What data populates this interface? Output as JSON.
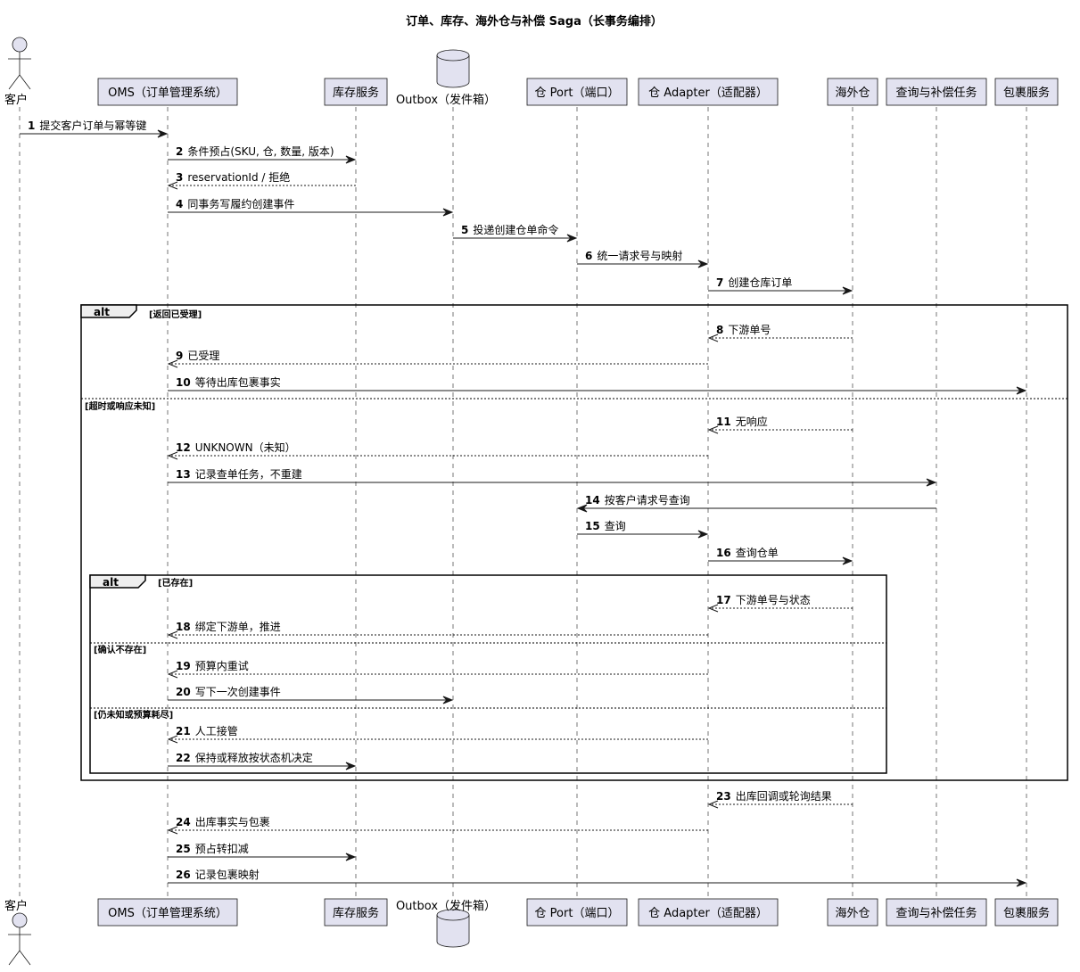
{
  "title": "订单、库存、海外仓与补偿 Saga（长事务编排）",
  "participants": [
    {
      "id": "customer",
      "label": "客户",
      "kind": "actor"
    },
    {
      "id": "oms",
      "label": "OMS（订单管理系统）",
      "kind": "box"
    },
    {
      "id": "inventory",
      "label": "库存服务",
      "kind": "box"
    },
    {
      "id": "outbox",
      "label": "Outbox（发件箱）",
      "kind": "database"
    },
    {
      "id": "port",
      "label": "仓 Port（端口）",
      "kind": "box"
    },
    {
      "id": "adapter",
      "label": "仓 Adapter（适配器）",
      "kind": "box"
    },
    {
      "id": "warehouse",
      "label": "海外仓",
      "kind": "box"
    },
    {
      "id": "compensation",
      "label": "查询与补偿任务",
      "kind": "box"
    },
    {
      "id": "parcel",
      "label": "包裹服务",
      "kind": "box"
    }
  ],
  "messages": [
    {
      "num": "1",
      "text": "提交客户订单与幂等键",
      "from": "customer",
      "to": "oms",
      "dashed": false
    },
    {
      "num": "2",
      "text": "条件预占(SKU, 仓, 数量, 版本)",
      "from": "oms",
      "to": "inventory",
      "dashed": false
    },
    {
      "num": "3",
      "text": "reservationId / 拒绝",
      "from": "inventory",
      "to": "oms",
      "dashed": true
    },
    {
      "num": "4",
      "text": "同事务写履约创建事件",
      "from": "oms",
      "to": "outbox",
      "dashed": false
    },
    {
      "num": "5",
      "text": "投递创建仓单命令",
      "from": "outbox",
      "to": "port",
      "dashed": false
    },
    {
      "num": "6",
      "text": "统一请求号与映射",
      "from": "port",
      "to": "adapter",
      "dashed": false
    },
    {
      "num": "7",
      "text": "创建仓库订单",
      "from": "adapter",
      "to": "warehouse",
      "dashed": false
    },
    {
      "num": "8",
      "text": "下游单号",
      "from": "warehouse",
      "to": "adapter",
      "dashed": true
    },
    {
      "num": "9",
      "text": "已受理",
      "from": "adapter",
      "to": "oms",
      "dashed": true
    },
    {
      "num": "10",
      "text": "等待出库包裹事实",
      "from": "oms",
      "to": "parcel",
      "dashed": false
    },
    {
      "num": "11",
      "text": "无响应",
      "from": "warehouse",
      "to": "adapter",
      "dashed": true
    },
    {
      "num": "12",
      "text": "UNKNOWN（未知）",
      "from": "adapter",
      "to": "oms",
      "dashed": true
    },
    {
      "num": "13",
      "text": "记录查单任务，不重建",
      "from": "oms",
      "to": "compensation",
      "dashed": false
    },
    {
      "num": "14",
      "text": "按客户请求号查询",
      "from": "compensation",
      "to": "port",
      "dashed": false
    },
    {
      "num": "15",
      "text": "查询",
      "from": "port",
      "to": "adapter",
      "dashed": false
    },
    {
      "num": "16",
      "text": "查询仓单",
      "from": "adapter",
      "to": "warehouse",
      "dashed": false
    },
    {
      "num": "17",
      "text": "下游单号与状态",
      "from": "warehouse",
      "to": "adapter",
      "dashed": true
    },
    {
      "num": "18",
      "text": "绑定下游单，推进",
      "from": "adapter",
      "to": "oms",
      "dashed": true
    },
    {
      "num": "19",
      "text": "预算内重试",
      "from": "adapter",
      "to": "oms",
      "dashed": true
    },
    {
      "num": "20",
      "text": "写下一次创建事件",
      "from": "oms",
      "to": "outbox",
      "dashed": false
    },
    {
      "num": "21",
      "text": "人工接管",
      "from": "adapter",
      "to": "oms",
      "dashed": true
    },
    {
      "num": "22",
      "text": "保持或释放按状态机决定",
      "from": "oms",
      "to": "inventory",
      "dashed": false
    },
    {
      "num": "23",
      "text": "出库回调或轮询结果",
      "from": "warehouse",
      "to": "adapter",
      "dashed": true
    },
    {
      "num": "24",
      "text": "出库事实与包裹",
      "from": "adapter",
      "to": "oms",
      "dashed": true
    },
    {
      "num": "25",
      "text": "预占转扣减",
      "from": "oms",
      "to": "inventory",
      "dashed": false
    },
    {
      "num": "26",
      "text": "记录包裹映射",
      "from": "oms",
      "to": "parcel",
      "dashed": false
    }
  ],
  "fragments": [
    {
      "keyword": "alt",
      "guards": [
        "[返回已受理]",
        "[超时或响应未知]"
      ]
    },
    {
      "keyword": "alt",
      "guards": [
        "[已存在]",
        "[确认不存在]",
        "[仍未知或预算耗尽]"
      ]
    }
  ]
}
